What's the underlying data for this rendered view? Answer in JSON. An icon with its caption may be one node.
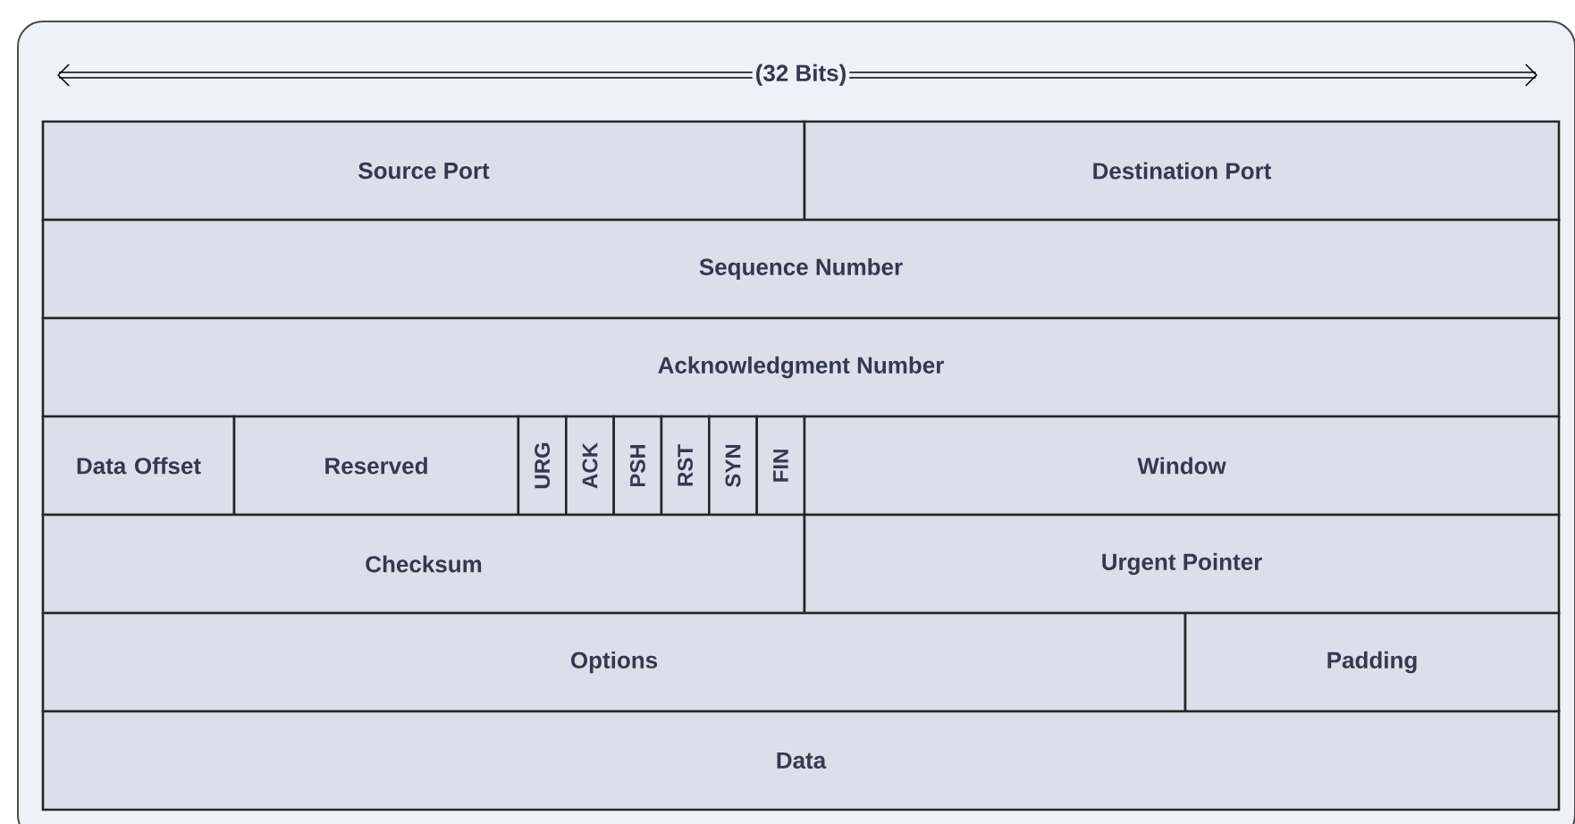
{
  "diagram": {
    "nodes": [
      {
        "text": [
          "Source Port"
        ]
      },
      {
        "text": [
          "Destination Port"
        ]
      },
      {
        "text": [
          "Sequence Number"
        ]
      },
      {
        "text": [
          "Acknowledgment Number"
        ]
      },
      {
        "text": [
          "Data Offset"
        ]
      },
      {
        "text": [
          "Reserved"
        ]
      },
      {
        "text": [
          "URG"
        ]
      },
      {
        "text": [
          "ACK"
        ]
      },
      {
        "text": [
          "PSH"
        ]
      },
      {
        "text": [
          "RST"
        ]
      },
      {
        "text": [
          "SYN"
        ]
      },
      {
        "text": [
          "FIN"
        ]
      },
      {
        "text": [
          "Window"
        ]
      },
      {
        "text": [
          "Checksum"
        ]
      },
      {
        "text": [
          "Urgent Pointer"
        ]
      },
      {
        "text": [
          "Options"
        ]
      },
      {
        "text": [
          "Padding"
        ]
      },
      {
        "text": [
          "Data"
        ]
      }
    ],
    "labels": [
      "(32 Bits)"
    ]
  }
}
